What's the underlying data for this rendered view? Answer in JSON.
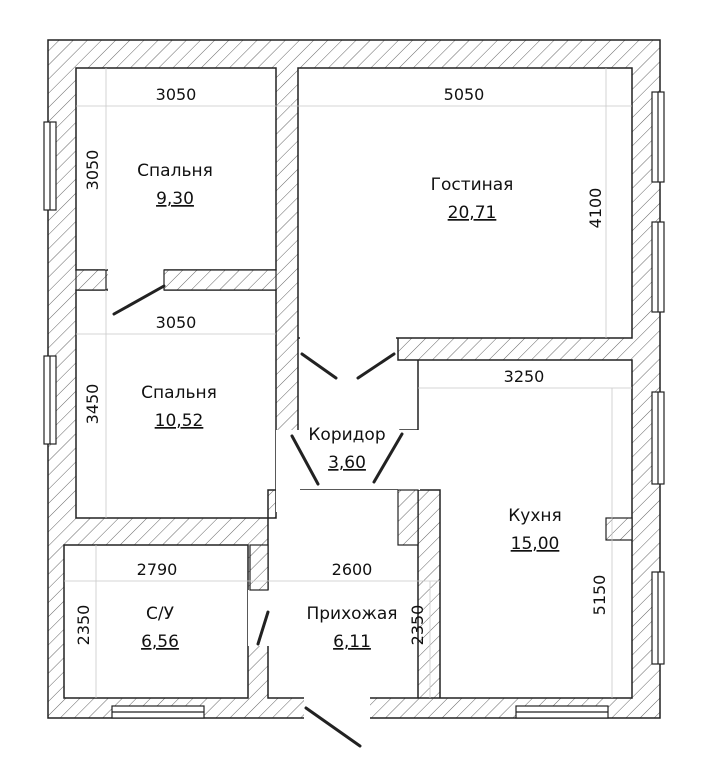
{
  "rooms": [
    {
      "id": "bedroom1",
      "name": "Спальня",
      "area": "9,30"
    },
    {
      "id": "living",
      "name": "Гостиная",
      "area": "20,71"
    },
    {
      "id": "bedroom2",
      "name": "Спальня",
      "area": "10,52"
    },
    {
      "id": "corridor",
      "name": "Коридор",
      "area": "3,60"
    },
    {
      "id": "kitchen",
      "name": "Кухня",
      "area": "15,00"
    },
    {
      "id": "bathroom",
      "name": "С/У",
      "area": "6,56"
    },
    {
      "id": "hallway",
      "name": "Прихожая",
      "area": "6,11"
    }
  ],
  "dimensions": {
    "bedroom1_width": "3050",
    "bedroom1_height": "3050",
    "living_width": "5050",
    "living_height": "4100",
    "bedroom2_width": "3050",
    "bedroom2_height": "3450",
    "kitchen_width": "3250",
    "kitchen_height": "5150",
    "bathroom_width": "2790",
    "bathroom_height": "2350",
    "hallway_width": "2600",
    "hallway_height": "2350"
  },
  "colors": {
    "wall_stroke": "#222222",
    "hatch": "#555555",
    "thin_line": "#c8c8c8"
  }
}
